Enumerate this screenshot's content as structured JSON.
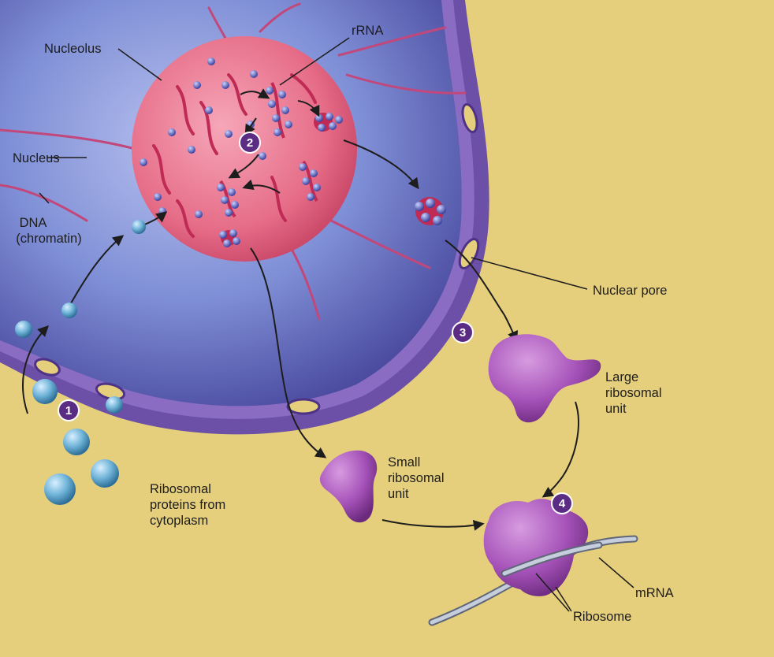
{
  "colors": {
    "background": "#e6cf7c",
    "nucleoplasm": "#6f7ec9",
    "nucleolus": "#e8708a",
    "envelope": "#6c4fa6",
    "ribosome": "#a552b8",
    "protein": "#6fb3d8",
    "step_badge": "#5a2c83",
    "mrna": "#8e9ab0"
  },
  "labels": {
    "nucleolus": "Nucleolus",
    "rrna": "rRNA",
    "nucleus": "Nucleus",
    "dna_line1": "DNA",
    "dna_line2": "(chromatin)",
    "nuclear_pore": "Nuclear pore",
    "large_line1": "Large",
    "large_line2": "ribosomal",
    "large_line3": "unit",
    "small_line1": "Small",
    "small_line2": "ribosomal",
    "small_line3": "unit",
    "proteins_line1": "Ribosomal",
    "proteins_line2": "proteins from",
    "proteins_line3": "cytoplasm",
    "mrna": "mRNA",
    "ribosome": "Ribosome"
  },
  "steps": [
    "1",
    "2",
    "3",
    "4"
  ]
}
